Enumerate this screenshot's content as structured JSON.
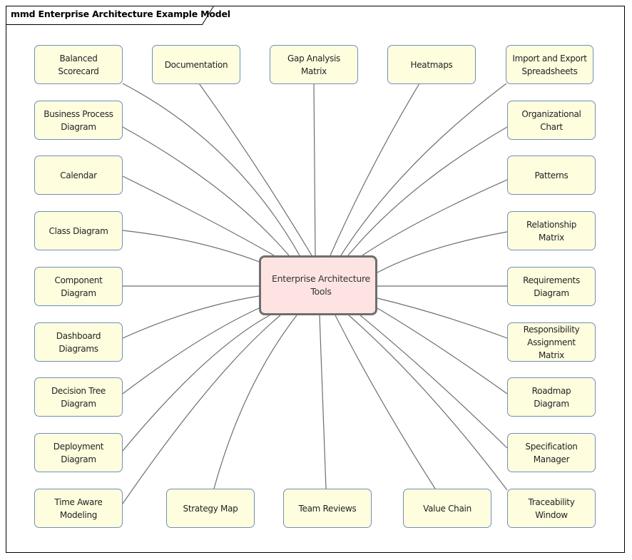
{
  "diagram": {
    "title": "mmd Enterprise Architecture Example Model",
    "colors": {
      "node_fill": "#fefedf",
      "node_border": "#6f8fb8",
      "center_fill": "#fde4e2",
      "center_border": "#6e6e6e",
      "edge": "#6e6e6e"
    },
    "center": {
      "id": "ea-tools",
      "label": "Enterprise Architecture\nTools"
    },
    "nodes": [
      {
        "id": "balanced-scorecard",
        "label": "Balanced\nScorecard"
      },
      {
        "id": "documentation",
        "label": "Documentation"
      },
      {
        "id": "gap-analysis-matrix",
        "label": "Gap Analysis\nMatrix"
      },
      {
        "id": "heatmaps",
        "label": "Heatmaps"
      },
      {
        "id": "import-export-spreadsheets",
        "label": "Import and Export\nSpreadsheets"
      },
      {
        "id": "business-process-diagram",
        "label": "Business Process\nDiagram"
      },
      {
        "id": "organizational-chart",
        "label": "Organizational\nChart"
      },
      {
        "id": "calendar",
        "label": "Calendar"
      },
      {
        "id": "patterns",
        "label": "Patterns"
      },
      {
        "id": "class-diagram",
        "label": "Class Diagram"
      },
      {
        "id": "relationship-matrix",
        "label": "Relationship\nMatrix"
      },
      {
        "id": "component-diagram",
        "label": "Component\nDiagram"
      },
      {
        "id": "requirements-diagram",
        "label": "Requirements\nDiagram"
      },
      {
        "id": "dashboard-diagrams",
        "label": "Dashboard\nDiagrams"
      },
      {
        "id": "responsibility-assignment-matrix",
        "label": "Responsibility\nAssignment\nMatrix"
      },
      {
        "id": "decision-tree-diagram",
        "label": "Decision Tree\nDiagram"
      },
      {
        "id": "roadmap-diagram",
        "label": "Roadmap\nDiagram"
      },
      {
        "id": "deployment-diagram",
        "label": "Deployment\nDiagram"
      },
      {
        "id": "specification-manager",
        "label": "Specification\nManager"
      },
      {
        "id": "time-aware-modeling",
        "label": "Time Aware\nModeling"
      },
      {
        "id": "strategy-map",
        "label": "Strategy Map"
      },
      {
        "id": "team-reviews",
        "label": "Team Reviews"
      },
      {
        "id": "value-chain",
        "label": "Value Chain"
      },
      {
        "id": "traceability-window",
        "label": "Traceability\nWindow"
      }
    ],
    "edges": [
      {
        "from": "balanced-scorecard",
        "to": "ea-tools"
      },
      {
        "from": "documentation",
        "to": "ea-tools"
      },
      {
        "from": "gap-analysis-matrix",
        "to": "ea-tools"
      },
      {
        "from": "heatmaps",
        "to": "ea-tools"
      },
      {
        "from": "import-export-spreadsheets",
        "to": "ea-tools"
      },
      {
        "from": "business-process-diagram",
        "to": "ea-tools"
      },
      {
        "from": "organizational-chart",
        "to": "ea-tools"
      },
      {
        "from": "calendar",
        "to": "ea-tools"
      },
      {
        "from": "patterns",
        "to": "ea-tools"
      },
      {
        "from": "class-diagram",
        "to": "ea-tools"
      },
      {
        "from": "relationship-matrix",
        "to": "ea-tools"
      },
      {
        "from": "component-diagram",
        "to": "ea-tools"
      },
      {
        "from": "requirements-diagram",
        "to": "ea-tools"
      },
      {
        "from": "dashboard-diagrams",
        "to": "ea-tools"
      },
      {
        "from": "responsibility-assignment-matrix",
        "to": "ea-tools"
      },
      {
        "from": "decision-tree-diagram",
        "to": "ea-tools"
      },
      {
        "from": "roadmap-diagram",
        "to": "ea-tools"
      },
      {
        "from": "deployment-diagram",
        "to": "ea-tools"
      },
      {
        "from": "specification-manager",
        "to": "ea-tools"
      },
      {
        "from": "time-aware-modeling",
        "to": "ea-tools"
      },
      {
        "from": "strategy-map",
        "to": "ea-tools"
      },
      {
        "from": "team-reviews",
        "to": "ea-tools"
      },
      {
        "from": "value-chain",
        "to": "ea-tools"
      },
      {
        "from": "traceability-window",
        "to": "ea-tools"
      }
    ]
  }
}
